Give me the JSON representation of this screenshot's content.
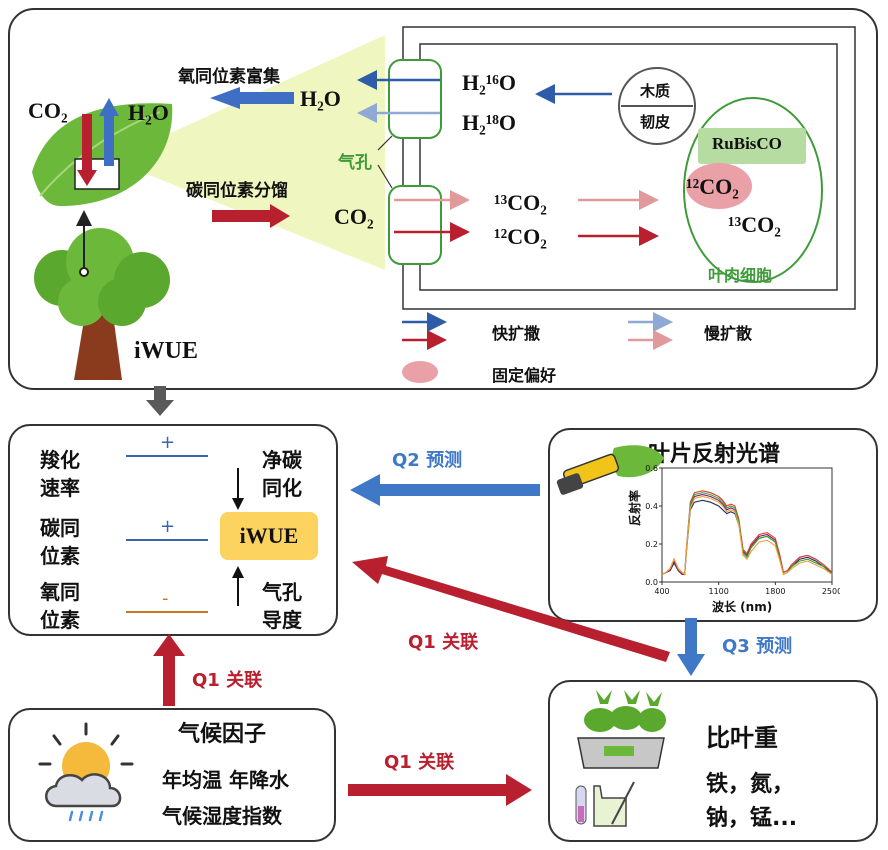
{
  "top_panel": {
    "leaf": {
      "co2_label": "CO₂",
      "h2o_label": "H₂O"
    },
    "oxygen_enrichment": "氧同位素富集",
    "carbon_fractionation": "碳同位素分馏",
    "h2o_out": "H₂O",
    "co2_in": "CO₂",
    "stomata_label": "气孔",
    "h2o_16": "H₂¹⁶O",
    "h2o_18": "H₂¹⁸O",
    "xylem": "木质",
    "phloem": "韧皮",
    "c13_outer": "¹³CO₂",
    "c12_outer": "¹²CO₂",
    "rubisco": "RuBisCO",
    "c12_inner": "¹²CO₂",
    "c13_inner": "¹³CO₂",
    "mesophyll": "叶肉细胞",
    "legend": {
      "fast": "快扩撒",
      "slow": "慢扩散",
      "fixation": "固定偏好"
    },
    "tree_label": "iWUE",
    "colors": {
      "blue_dark": "#2f5ca8",
      "blue_light": "#8fa8d4",
      "red_dark": "#b8202f",
      "red_light": "#e19a9c",
      "green": "#3f9b3a",
      "cone": "#eef5b8"
    }
  },
  "iwue_panel": {
    "left_labels": [
      {
        "line1": "羧化",
        "line2": "速率",
        "sign": "+"
      },
      {
        "line1": "碳同",
        "line2": "位素",
        "sign": "+"
      },
      {
        "line1": "氧同",
        "line2": "位素",
        "sign": "-"
      }
    ],
    "center": "iWUE",
    "right_top": {
      "line1": "净碳",
      "line2": "同化"
    },
    "right_bottom": {
      "line1": "气孔",
      "line2": "导度"
    }
  },
  "q_labels": {
    "q2": "Q2 预测",
    "q1_diag": "Q1 关联",
    "q1_vertical": "Q1 关联",
    "q1_horizontal": "Q1 关联",
    "q3": "Q3 预测"
  },
  "spectrum_panel": {
    "title": "叶片反射光谱",
    "chart_data": {
      "type": "line",
      "xlabel": "波长 (nm)",
      "ylabel": "反射率",
      "xlim": [
        400,
        2500
      ],
      "ylim": [
        0.0,
        0.6
      ],
      "xticks": [
        "400",
        "1100",
        "1800",
        "2500"
      ],
      "yticks": [
        "0.0",
        "0.2",
        "0.4",
        "0.6"
      ],
      "x": [
        400,
        450,
        500,
        550,
        600,
        650,
        680,
        700,
        750,
        800,
        900,
        1000,
        1100,
        1150,
        1200,
        1250,
        1300,
        1350,
        1400,
        1450,
        1500,
        1600,
        1700,
        1800,
        1850,
        1900,
        1950,
        2000,
        2100,
        2200,
        2300,
        2400,
        2500
      ],
      "series": [
        {
          "color": "#1f2f5c",
          "values": [
            0.04,
            0.05,
            0.06,
            0.1,
            0.06,
            0.04,
            0.04,
            0.15,
            0.38,
            0.42,
            0.43,
            0.42,
            0.4,
            0.38,
            0.36,
            0.37,
            0.36,
            0.3,
            0.16,
            0.14,
            0.18,
            0.23,
            0.24,
            0.21,
            0.14,
            0.05,
            0.06,
            0.08,
            0.12,
            0.13,
            0.11,
            0.08,
            0.05
          ]
        },
        {
          "color": "#7a1f6e",
          "values": [
            0.04,
            0.05,
            0.06,
            0.11,
            0.06,
            0.04,
            0.04,
            0.16,
            0.4,
            0.45,
            0.46,
            0.45,
            0.43,
            0.41,
            0.38,
            0.39,
            0.38,
            0.32,
            0.17,
            0.15,
            0.19,
            0.24,
            0.25,
            0.22,
            0.15,
            0.05,
            0.06,
            0.09,
            0.13,
            0.14,
            0.12,
            0.09,
            0.05
          ]
        },
        {
          "color": "#e8392f",
          "values": [
            0.04,
            0.05,
            0.07,
            0.12,
            0.07,
            0.05,
            0.04,
            0.17,
            0.42,
            0.47,
            0.48,
            0.47,
            0.45,
            0.43,
            0.4,
            0.41,
            0.4,
            0.33,
            0.17,
            0.15,
            0.2,
            0.25,
            0.26,
            0.23,
            0.15,
            0.05,
            0.06,
            0.09,
            0.13,
            0.14,
            0.12,
            0.09,
            0.05
          ]
        },
        {
          "color": "#3ba33a",
          "values": [
            0.04,
            0.05,
            0.07,
            0.12,
            0.07,
            0.05,
            0.04,
            0.16,
            0.41,
            0.46,
            0.47,
            0.46,
            0.44,
            0.42,
            0.39,
            0.4,
            0.39,
            0.32,
            0.15,
            0.13,
            0.18,
            0.23,
            0.24,
            0.21,
            0.13,
            0.04,
            0.05,
            0.08,
            0.11,
            0.12,
            0.1,
            0.08,
            0.04
          ]
        },
        {
          "color": "#f2a03a",
          "values": [
            0.04,
            0.05,
            0.07,
            0.12,
            0.07,
            0.05,
            0.04,
            0.16,
            0.39,
            0.44,
            0.45,
            0.44,
            0.42,
            0.4,
            0.37,
            0.38,
            0.37,
            0.3,
            0.14,
            0.12,
            0.16,
            0.21,
            0.22,
            0.19,
            0.12,
            0.04,
            0.05,
            0.07,
            0.1,
            0.11,
            0.09,
            0.07,
            0.04
          ]
        }
      ]
    }
  },
  "climate_panel": {
    "title": "气候因子",
    "line1": "年均温 年降水",
    "line2": "气候湿度指数"
  },
  "lma_panel": {
    "title": "比叶重",
    "line1": "铁，氮，",
    "line2": "钠，锰..."
  }
}
